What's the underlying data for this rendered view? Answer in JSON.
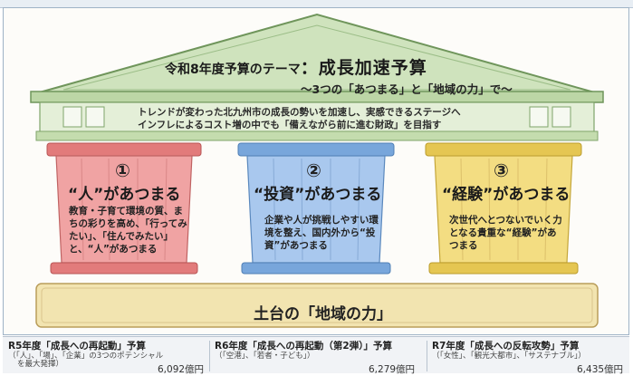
{
  "roof": {
    "title_prefix": "令和8年度予算のテーマ",
    "title_main": "：成長加速予算",
    "subtitle": "～3つの「あつまる」と「地域の力」で～"
  },
  "band": {
    "line1": "トレンドが変わった北九州市の成長の勢いを加速し、実感できるステージへ",
    "line2": "インフレによるコスト増の中でも「備えながら前に進む財政」を目指す"
  },
  "pillars": [
    {
      "number": "①",
      "title": "“人”があつまる",
      "desc": "教育・子育て環境の質、まちの彩りを高め、「行ってみたい」、「住んでみたい」と、“人”があつまる",
      "color": "#e98b8b"
    },
    {
      "number": "②",
      "title": "“投資”があつまる",
      "desc": "企業や人が挑戦しやすい環境を整え、国内外から“投資”があつまる",
      "color": "#8fb7e6"
    },
    {
      "number": "③",
      "title": "“経験”があつまる",
      "desc": "次世代へとつないでいく力となる貴重な“経験”があつまる",
      "color": "#ecd36a"
    }
  ],
  "foundation": {
    "label": "土台の「地域の力」"
  },
  "budgets": [
    {
      "title": "R5年度「成長への再起動」予算",
      "note1": "（「人」、「場」、「企業」の3つのポテンシャル",
      "note2": "を最大発揮）",
      "amount": "6,092億円"
    },
    {
      "title": "R6年度「成長への再起動（第2弾）」予算",
      "note1": "（「空港」、「若者・子ども」）",
      "note2": "",
      "amount": "6,279億円"
    },
    {
      "title": "R7年度「成長への反転攻勢」予算",
      "note1": "（「女性」、「観光大都市」、「サステナブル」）",
      "note2": "",
      "amount": "6,435億円"
    }
  ],
  "colors": {
    "roof": "#c9dfb6",
    "roof_edge": "#7fa46a",
    "foundation": "#f3e6b4"
  }
}
